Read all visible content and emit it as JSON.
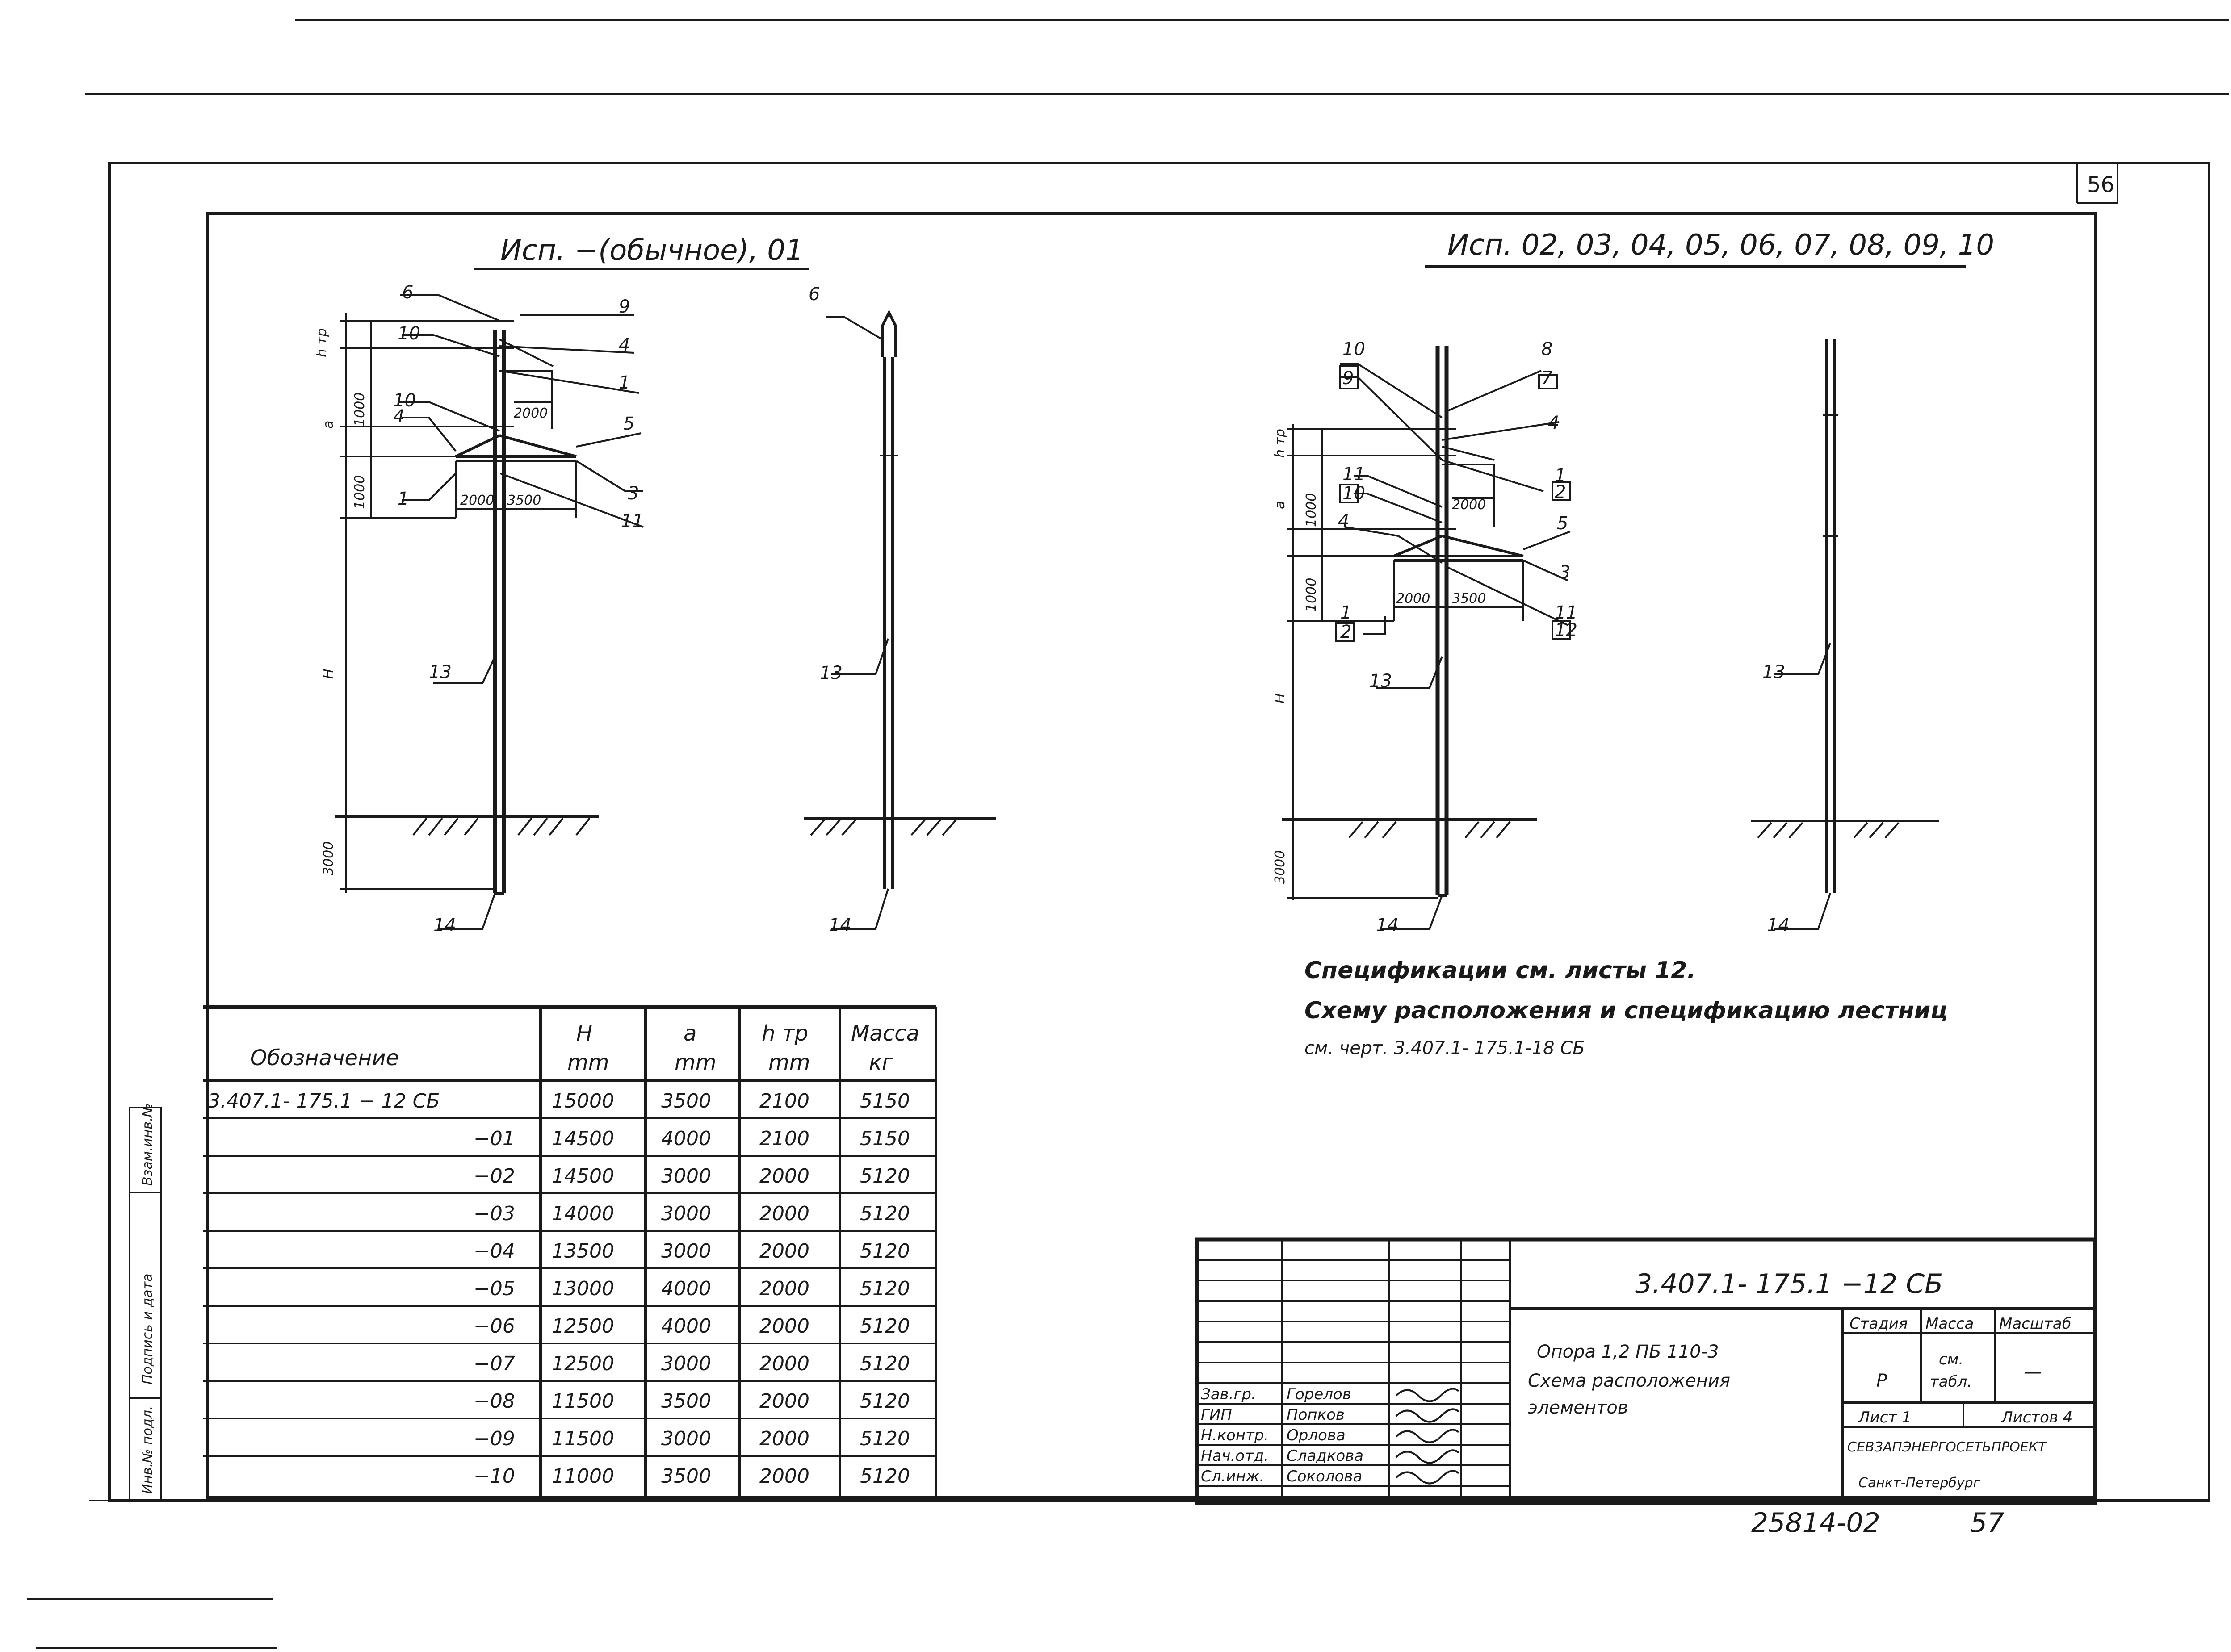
{
  "sheet_number": "56",
  "bottom_number": "25814-02",
  "bottom_page": "57",
  "left_heading": "Исп. −(обычное), 01",
  "right_heading": "Исп. 02, 03, 04, 05, 06, 07, 08, 09, 10",
  "notes": [
    "Спецификации  см. листы 12.",
    "Схему  расположения  и  спецификацию  лестниц",
    "см. черт. 3.407.1- 175.1-18 СБ"
  ],
  "left_drawing": {
    "callouts": [
      "6",
      "9",
      "10",
      "4",
      "1",
      "10",
      "4",
      "5",
      "1",
      "3",
      "11",
      "13",
      "14"
    ],
    "dims": [
      "h тр",
      "1000",
      "a",
      "1000",
      "H",
      "3000",
      "2000",
      "2000",
      "3500"
    ]
  },
  "left_side_drawing": {
    "callouts": [
      "6",
      "13",
      "14"
    ]
  },
  "right_drawing": {
    "callouts": [
      "10",
      "9",
      "8",
      "7",
      "4",
      "1",
      "2",
      "11",
      "10",
      "4",
      "5",
      "3",
      "1",
      "2",
      "11",
      "12",
      "13",
      "14"
    ],
    "dims": [
      "h тр",
      "1000",
      "a",
      "1000",
      "H",
      "3000",
      "2000",
      "2000",
      "3500"
    ]
  },
  "right_side_drawing": {
    "callouts": [
      "13",
      "14"
    ]
  },
  "table": {
    "headers": [
      {
        "top": "Обозначение",
        "bottom": ""
      },
      {
        "top": "H",
        "bottom": "mm"
      },
      {
        "top": "a",
        "bottom": "mm"
      },
      {
        "top": "h тр",
        "bottom": "mm"
      },
      {
        "top": "Масса",
        "bottom": "кг"
      }
    ],
    "rows": [
      {
        "designation": "3.407.1- 175.1 − 12 СБ",
        "H": "15000",
        "a": "3500",
        "htr": "2100",
        "mass": "5150"
      },
      {
        "designation": "−01",
        "H": "14500",
        "a": "4000",
        "htr": "2100",
        "mass": "5150"
      },
      {
        "designation": "−02",
        "H": "14500",
        "a": "3000",
        "htr": "2000",
        "mass": "5120"
      },
      {
        "designation": "−03",
        "H": "14000",
        "a": "3000",
        "htr": "2000",
        "mass": "5120"
      },
      {
        "designation": "−04",
        "H": "13500",
        "a": "3000",
        "htr": "2000",
        "mass": "5120"
      },
      {
        "designation": "−05",
        "H": "13000",
        "a": "4000",
        "htr": "2000",
        "mass": "5120"
      },
      {
        "designation": "−06",
        "H": "12500",
        "a": "4000",
        "htr": "2000",
        "mass": "5120"
      },
      {
        "designation": "−07",
        "H": "12500",
        "a": "3000",
        "htr": "2000",
        "mass": "5120"
      },
      {
        "designation": "−08",
        "H": "11500",
        "a": "3500",
        "htr": "2000",
        "mass": "5120"
      },
      {
        "designation": "−09",
        "H": "11500",
        "a": "3000",
        "htr": "2000",
        "mass": "5120"
      },
      {
        "designation": "−10",
        "H": "11000",
        "a": "3500",
        "htr": "2000",
        "mass": "5120"
      }
    ]
  },
  "side_stamp": [
    "Инв.№ подл.",
    "Подпись и дата",
    "Взам.инв.№"
  ],
  "title_block": {
    "code": "3.407.1- 175.1 −12 СБ",
    "title_lines": [
      "Опора 1,2 ПБ 110-3",
      "Схема  расположения",
      "элементов"
    ],
    "stage_label": "Стадия",
    "mass_label": "Масса",
    "scale_label": "Масштаб",
    "stage_value": "Р",
    "mass_value_line1": "см.",
    "mass_value_line2": "табл.",
    "scale_value": "—",
    "sheet_label": "Лист 1",
    "sheets_label": "Листов 4",
    "org_line1": "СЕВЗАПЭНЕРГОСЕТЬПРОЕКТ",
    "org_line2": "Санкт-Петербург",
    "signatures": [
      {
        "role": "Зав.гр.",
        "name": "Горелов"
      },
      {
        "role": "ГИП",
        "name": "Попков"
      },
      {
        "role": "Н.контр.",
        "name": "Орлова"
      },
      {
        "role": "Нач.отд.",
        "name": "Сладкова"
      },
      {
        "role": "Сл.инж.",
        "name": "Соколова"
      }
    ]
  }
}
